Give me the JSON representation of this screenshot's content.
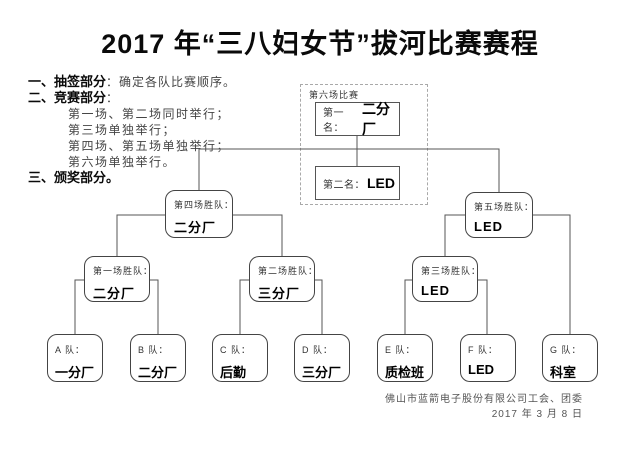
{
  "title": "2017 年“三八妇女节”拔河比赛赛程",
  "notes": {
    "item1_label": "一、抽签部分",
    "item1_text": "：确定各队比赛顺序。",
    "item2_label": "二、竞赛部分",
    "item2_text": "：",
    "item2_sub": [
      "第一场、第二场同时举行；",
      "第三场单独举行；",
      "第四场、第五场单独举行；",
      "第六场单独举行。"
    ],
    "item3_label": "三、颁奖部分。"
  },
  "final_group": {
    "label": "第六场比赛",
    "first": {
      "label": "第一名：",
      "team": "二分厂"
    },
    "second": {
      "label": "第二名：",
      "team": "LED"
    }
  },
  "round2": [
    {
      "label": "第四场胜队：",
      "team": "二分厂"
    },
    {
      "label": "第五场胜队：",
      "team": "LED"
    }
  ],
  "round1": [
    {
      "label": "第一场胜队：",
      "team": "二分厂"
    },
    {
      "label": "第二场胜队：",
      "team": "三分厂"
    },
    {
      "label": "第三场胜队：",
      "team": "LED"
    }
  ],
  "teams": [
    {
      "label": "A 队：",
      "team": "一分厂"
    },
    {
      "label": "B 队：",
      "team": "二分厂"
    },
    {
      "label": "C 队：",
      "team": "后勤"
    },
    {
      "label": "D 队：",
      "team": "三分厂"
    },
    {
      "label": "E 队：",
      "team": "质检班"
    },
    {
      "label": "F 队：",
      "team": "LED"
    },
    {
      "label": "G 队：",
      "team": "科室"
    }
  ],
  "footer": {
    "organizer": "佛山市蓝箭电子股份有限公司工会、团委",
    "date": "2017 年 3 月 8 日"
  },
  "colors": {
    "line": "#555555",
    "border": "#444444",
    "text": "#111111"
  }
}
